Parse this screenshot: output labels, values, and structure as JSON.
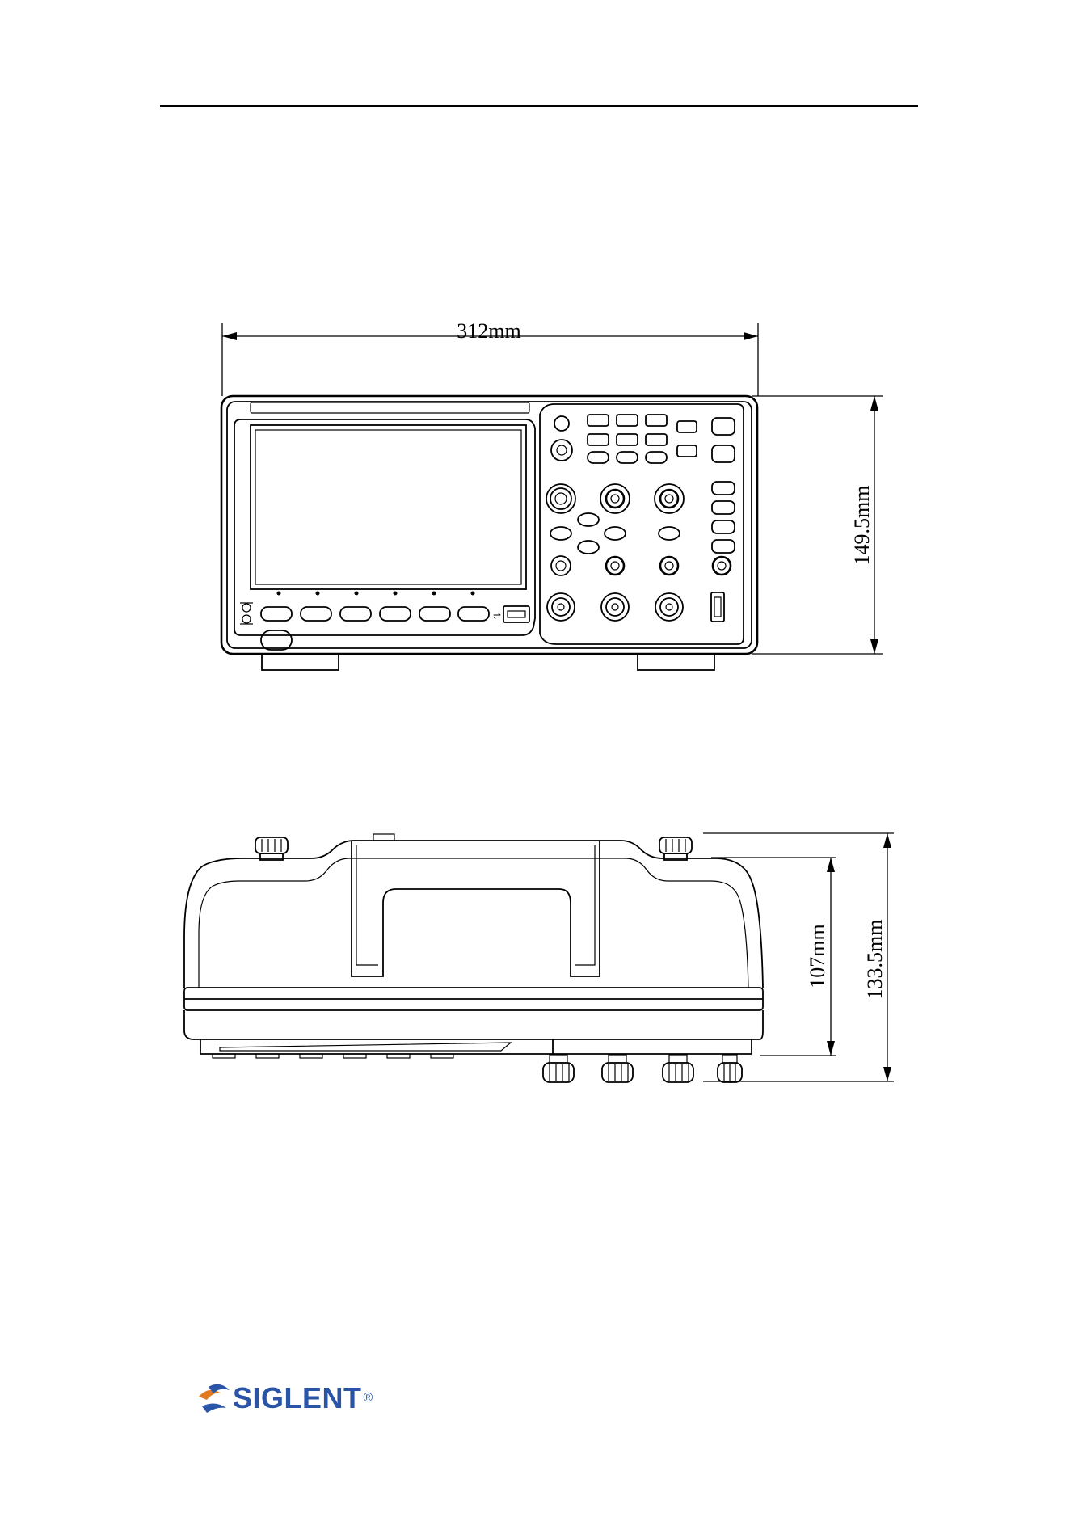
{
  "front_view": {
    "width_label": "312mm",
    "height_label": "149.5mm"
  },
  "side_view": {
    "body_height_label": "107mm",
    "total_height_label": "133.5mm"
  },
  "footer": {
    "brand": "SIGLENT",
    "registered_mark": "®"
  }
}
